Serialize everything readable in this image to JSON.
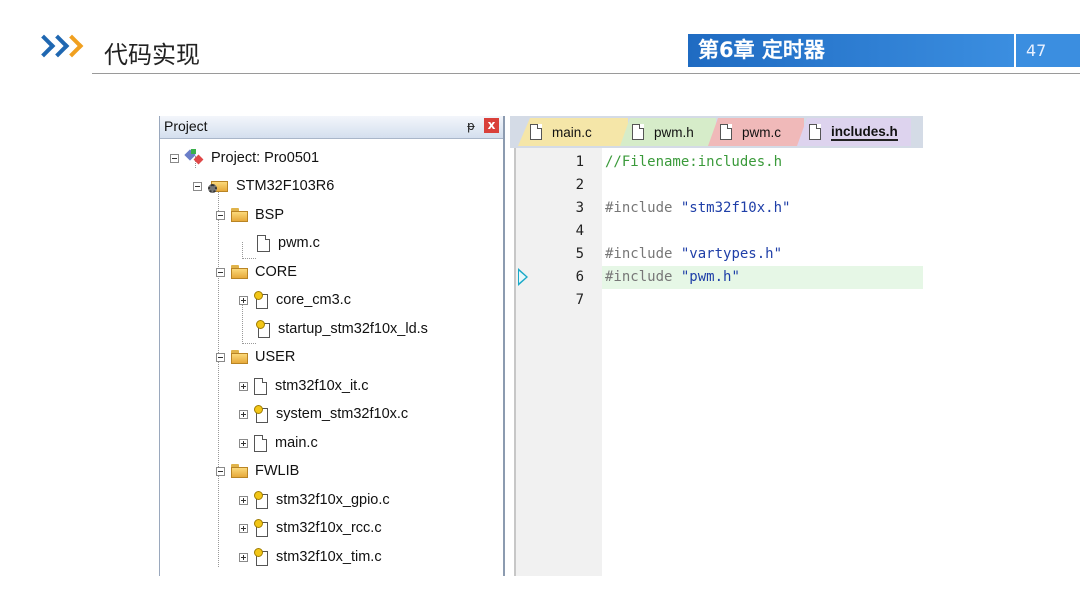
{
  "slide": {
    "title": "代码实现",
    "chapter": "第6章 定时器",
    "page_number": "47"
  },
  "project_panel": {
    "title": "Project",
    "pin_glyph": "ᵽ",
    "close_glyph": "x",
    "tree": {
      "project": "Project: Pro0501",
      "target": "STM32F103R6",
      "groups": [
        {
          "name": "BSP",
          "files": [
            "pwm.c"
          ]
        },
        {
          "name": "CORE",
          "files": [
            "core_cm3.c",
            "startup_stm32f10x_ld.s"
          ]
        },
        {
          "name": "USER",
          "files": [
            "stm32f10x_it.c",
            "system_stm32f10x.c",
            "main.c"
          ]
        },
        {
          "name": "FWLIB",
          "files": [
            "stm32f10x_gpio.c",
            "stm32f10x_rcc.c",
            "stm32f10x_tim.c"
          ]
        }
      ]
    }
  },
  "editor": {
    "tabs": [
      {
        "label": "main.c",
        "color": "#f5e6a8"
      },
      {
        "label": "pwm.h",
        "color": "#d6ecc9"
      },
      {
        "label": "pwm.c",
        "color": "#f0b9b9"
      },
      {
        "label": "includes.h",
        "color": "#ddd3ee",
        "active": true
      }
    ],
    "lines": [
      {
        "n": "1",
        "text": "//Filename:includes.h"
      },
      {
        "n": "2",
        "text": ""
      },
      {
        "n": "3",
        "text": "#include \"stm32f10x.h\""
      },
      {
        "n": "4",
        "text": ""
      },
      {
        "n": "5",
        "text": "#include \"vartypes.h\""
      },
      {
        "n": "6",
        "text": "#include \"pwm.h\""
      },
      {
        "n": "7",
        "text": ""
      }
    ],
    "current_line": "6"
  }
}
